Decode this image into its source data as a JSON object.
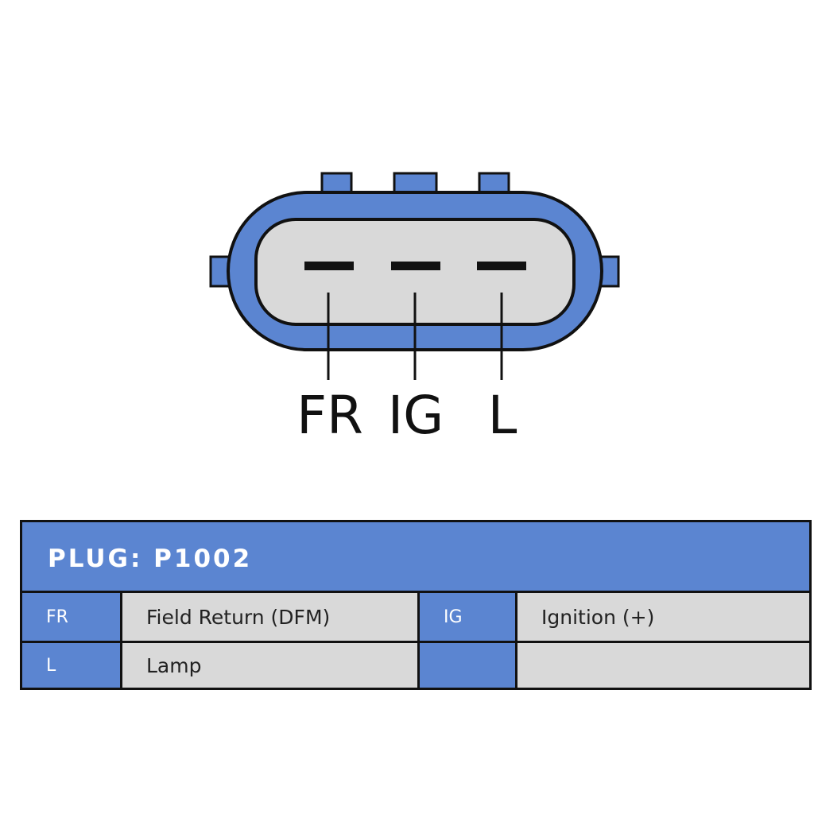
{
  "connector": {
    "pins": [
      {
        "label": "FR"
      },
      {
        "label": "IG"
      },
      {
        "label": "L"
      }
    ],
    "colors": {
      "body": "#5b85d1",
      "inner": "#d9d9d9",
      "outline": "#111111"
    }
  },
  "table": {
    "title": "PLUG: P1002",
    "rows": [
      [
        {
          "code": "FR",
          "desc": "Field Return (DFM)"
        },
        {
          "code": "IG",
          "desc": "Ignition (+)"
        }
      ],
      [
        {
          "code": "L",
          "desc": "Lamp"
        },
        {
          "code": "",
          "desc": ""
        }
      ]
    ],
    "colors": {
      "header": "#5b85d1",
      "cell": "#d9d9d9"
    }
  }
}
